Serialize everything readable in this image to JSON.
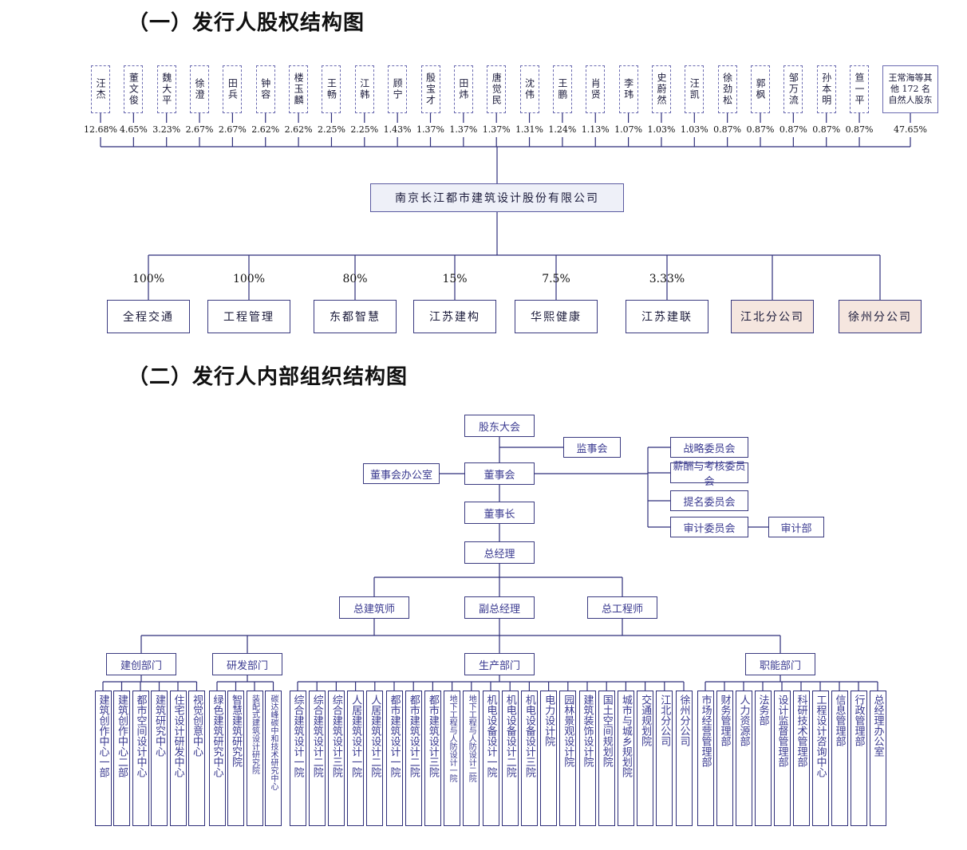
{
  "headings": {
    "equity": "（一）发行人股权结构图",
    "internal": "（二）发行人内部组织结构图"
  },
  "shareholders": [
    {
      "name": "汪杰",
      "pct": "12.68%"
    },
    {
      "name": "董文俊",
      "pct": "4.65%"
    },
    {
      "name": "魏大平",
      "pct": "3.23%"
    },
    {
      "name": "徐澄",
      "pct": "2.67%"
    },
    {
      "name": "田兵",
      "pct": "2.67%"
    },
    {
      "name": "钟容",
      "pct": "2.62%"
    },
    {
      "name": "楼玉麟",
      "pct": "2.62%"
    },
    {
      "name": "王畅",
      "pct": "2.25%"
    },
    {
      "name": "江韩",
      "pct": "2.25%"
    },
    {
      "name": "顾宁",
      "pct": "1.43%"
    },
    {
      "name": "殷宝才",
      "pct": "1.37%"
    },
    {
      "name": "田炜",
      "pct": "1.37%"
    },
    {
      "name": "唐觉民",
      "pct": "1.37%"
    },
    {
      "name": "沈伟",
      "pct": "1.31%"
    },
    {
      "name": "王鹏",
      "pct": "1.24%"
    },
    {
      "name": "肖贤",
      "pct": "1.13%"
    },
    {
      "name": "李玮",
      "pct": "1.07%"
    },
    {
      "name": "史蔚然",
      "pct": "1.03%"
    },
    {
      "name": "汪凯",
      "pct": "1.03%"
    },
    {
      "name": "徐劲松",
      "pct": "0.87%"
    },
    {
      "name": "郭枫",
      "pct": "0.87%"
    },
    {
      "name": "邹万流",
      "pct": "0.87%"
    },
    {
      "name": "孙本明",
      "pct": "0.87%"
    },
    {
      "name": "笪一平",
      "pct": "0.87%"
    },
    {
      "name": "王常海等其他 172 名自然人股东",
      "pct": "47.65%"
    }
  ],
  "company": "南京长江都市建筑设计股份有限公司",
  "subsidiaries": [
    {
      "name": "全程交通",
      "pct": "100%"
    },
    {
      "name": "工程管理",
      "pct": "100%"
    },
    {
      "name": "东都智慧",
      "pct": "80%"
    },
    {
      "name": "江苏建构",
      "pct": "15%"
    },
    {
      "name": "华熙健康",
      "pct": "7.5%"
    },
    {
      "name": "江苏建联",
      "pct": "3.33%"
    },
    {
      "name": "江北分公司",
      "pct": ""
    },
    {
      "name": "徐州分公司",
      "pct": ""
    }
  ],
  "org": {
    "shareholders_meeting": "股东大会",
    "supervisory_board": "监事会",
    "board": "董事会",
    "board_office": "董事会办公室",
    "chairman": "董事长",
    "gm": "总经理",
    "committees": [
      "战略委员会",
      "薪酬与考核委员会",
      "提名委员会",
      "审计委员会"
    ],
    "audit_dept": "审计部",
    "chief_architect": "总建筑师",
    "deputy_gm": "副总经理",
    "chief_engineer": "总工程师",
    "groups": [
      {
        "name": "建创部门",
        "units": [
          "建筑创作中心一部",
          "建筑创作中心二部",
          "都市空间设计中心",
          "建筑研究中心",
          "住宅设计研发中心",
          "视觉创意中心"
        ]
      },
      {
        "name": "研发部门",
        "units": [
          "绿色建筑研究中心",
          "智慧建筑研究院",
          "装配式建筑设计研究院",
          "碳达峰碳中和技术研究中心"
        ]
      },
      {
        "name": "生产部门",
        "units": [
          "综合建筑设计一院",
          "综合建筑设计二院",
          "综合建筑设计三院",
          "人居建筑设计一院",
          "人居建筑设计二院",
          "都市建筑设计一院",
          "都市建筑设计二院",
          "都市建筑设计三院",
          "地下工程与人防设计一院",
          "地下工程与人防设计二院",
          "机电设备设计一院",
          "机电设备设计二院",
          "机电设备设计三院",
          "电力设计院",
          "园林景观设计院",
          "建筑装饰设计院",
          "国土空间规划院",
          "城市与城乡规划院",
          "交通规划院",
          "江北分公司",
          "徐州分公司"
        ]
      },
      {
        "name": "职能部门",
        "units": [
          "市场经营管理部",
          "财务管理部",
          "人力资源部",
          "法务部",
          "设计监督管理部",
          "科研技术管理部",
          "工程设计咨询中心",
          "信息管理部",
          "行政管理部",
          "总经理办公室"
        ]
      }
    ]
  }
}
